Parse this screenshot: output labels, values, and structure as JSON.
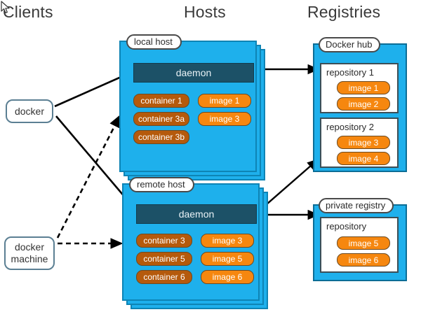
{
  "headers": {
    "clients": "Clients",
    "hosts": "Hosts",
    "registries": "Registries"
  },
  "colors": {
    "host_fill": "#1eb0ec",
    "host_border": "#0e84b5",
    "daemon_fill": "#1c5167",
    "container_fill": "#b55a0c",
    "image_fill": "#f6870f",
    "registry_fill": "#1eb0ec",
    "repo_fill": "#ffffff",
    "client_border": "#5b7f93",
    "arrow": "#000000"
  },
  "clients": [
    {
      "id": "docker",
      "label": "docker"
    },
    {
      "id": "docker-machine",
      "label": "docker machine"
    }
  ],
  "hosts": [
    {
      "id": "local-host",
      "label": "local host",
      "daemon": "daemon",
      "containers": [
        "container 1",
        "container 3a",
        "container 3b"
      ],
      "images": [
        "image 1",
        "image 3"
      ]
    },
    {
      "id": "remote-host",
      "label": "remote host",
      "daemon": "daemon",
      "containers": [
        "container 3",
        "container 5",
        "container 6"
      ],
      "images": [
        "image 3",
        "image 5",
        "image 6"
      ]
    }
  ],
  "registries": [
    {
      "id": "docker-hub",
      "label": "Docker hub",
      "repositories": [
        {
          "title": "repository 1",
          "images": [
            "image 1",
            "image 2"
          ]
        },
        {
          "title": "repository 2",
          "images": [
            "image 3",
            "image 4"
          ]
        }
      ]
    },
    {
      "id": "private-registry",
      "label": "private registry",
      "repositories": [
        {
          "title": "repository",
          "images": [
            "image 5",
            "image 6"
          ]
        }
      ]
    }
  ],
  "connections": [
    {
      "from": "docker",
      "to": "local-host-daemon",
      "style": "solid"
    },
    {
      "from": "docker",
      "to": "remote-host-daemon",
      "style": "solid"
    },
    {
      "from": "docker-machine",
      "to": "local-host",
      "style": "dashed"
    },
    {
      "from": "docker-machine",
      "to": "remote-host",
      "style": "dashed"
    },
    {
      "from": "local-host-daemon",
      "to": "repository-1",
      "style": "solid"
    },
    {
      "from": "remote-host-daemon",
      "to": "repository-2",
      "style": "solid"
    },
    {
      "from": "remote-host-daemon",
      "to": "private-registry",
      "style": "solid"
    }
  ]
}
